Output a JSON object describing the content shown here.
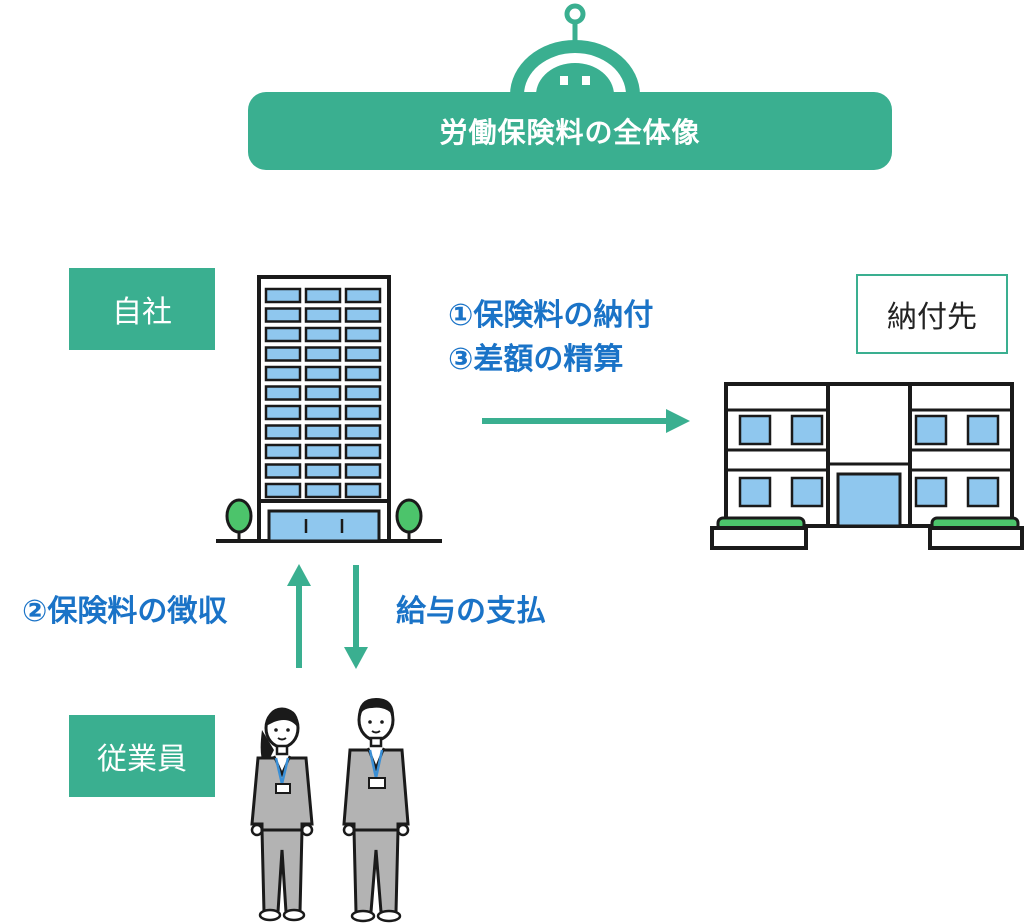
{
  "title": "労働保険料の全体像",
  "labels": {
    "company": "自社",
    "payee": "納付先",
    "employees": "従業員"
  },
  "flows": {
    "payment": "①保険料の納付",
    "settlement": "③差額の精算",
    "collection": "②保険料の徴収",
    "salary": "給与の支払"
  },
  "colors": {
    "accent": "#3aaf90",
    "flow_text": "#1a73c7",
    "window": "#8fc7ee",
    "outline": "#1a1a1a",
    "shrub": "#4cc46b",
    "suit": "#b3b3b3"
  }
}
